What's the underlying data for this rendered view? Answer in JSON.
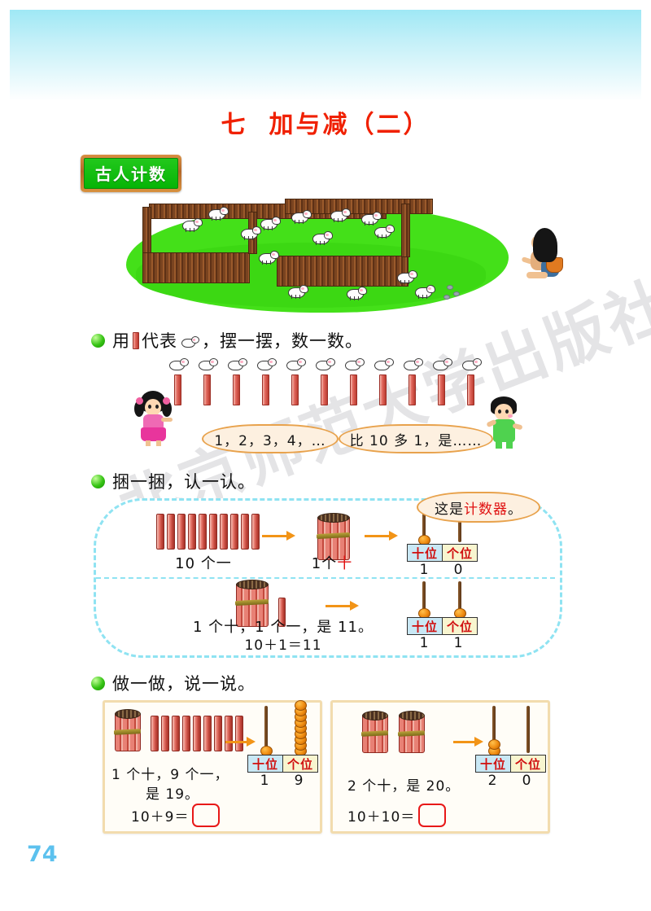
{
  "page": {
    "number": "74",
    "chapter_number": "七",
    "chapter_title": "加与减（二）",
    "lesson_label": "古人计数",
    "watermark": "北京师范大学出版社"
  },
  "bullets": [
    {
      "id": "b1",
      "prefix": "用",
      "mid": "代表",
      "suffix": "，摆一摆，数一数。",
      "icons": [
        "stick-icon",
        "sheep-icon"
      ]
    },
    {
      "id": "b2",
      "text": "捆一捆，认一认。"
    },
    {
      "id": "b3",
      "text": "做一做，说一说。"
    }
  ],
  "counting_row": {
    "sheep_count": 11,
    "stick_count": 11
  },
  "speech_bubbles": [
    {
      "id": "girl",
      "text": "1，2，3，4，…"
    },
    {
      "id": "boy",
      "text": "比 10 多 1，是……"
    },
    {
      "id": "counter",
      "text_prefix": "这是",
      "text_em": "计数器",
      "text_suffix": "。"
    }
  ],
  "panel": {
    "row1": {
      "left_caption_num": "10",
      "left_caption": "个一",
      "mid_caption_num": "1",
      "mid_caption_ge": "个",
      "mid_caption_em": "十",
      "single_sticks": 10,
      "bundles": 1,
      "counter": {
        "tens_label": "十位",
        "ones_label": "个位",
        "tens_digit": "1",
        "ones_digit": "0",
        "tens_beads": 1,
        "ones_beads": 0
      }
    },
    "row2": {
      "caption": "1 个十，1 个一，是 11。",
      "equation": "10＋1＝11",
      "bundles": 1,
      "single_sticks": 1,
      "counter": {
        "tens_label": "十位",
        "ones_label": "个位",
        "tens_digit": "1",
        "ones_digit": "1",
        "tens_beads": 1,
        "ones_beads": 1
      }
    }
  },
  "exercises": [
    {
      "id": "ex1",
      "line1": "1 个十，9 个一，",
      "line2": "是 19。",
      "equation_left": "10＋9＝",
      "answer": "",
      "bundles": 1,
      "single_sticks": 9,
      "counter": {
        "tens_label": "十位",
        "ones_label": "个位",
        "tens_digit": "1",
        "ones_digit": "9",
        "tens_beads": 1,
        "ones_beads": 9
      }
    },
    {
      "id": "ex2",
      "line1": "2 个十，是 20。",
      "line2": "",
      "equation_left": "10＋10＝",
      "answer": "",
      "bundles": 2,
      "single_sticks": 0,
      "counter": {
        "tens_label": "十位",
        "ones_label": "个位",
        "tens_digit": "2",
        "ones_digit": "0",
        "tens_beads": 2,
        "ones_beads": 0
      }
    }
  ],
  "colors": {
    "title_red": "#f02000",
    "lesson_green": "#22c81c",
    "panel_blue": "#8fe3f2",
    "exercise_border": "#f2dcae",
    "page_number_blue": "#5cc1ee",
    "arrow_orange": "#f29417",
    "tens_bg": "#c9e8f5",
    "ones_bg": "#f8f5cf"
  }
}
